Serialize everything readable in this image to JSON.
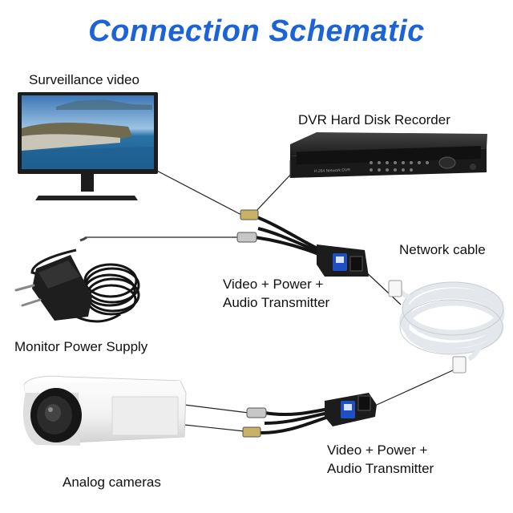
{
  "title": "Connection Schematic",
  "labels": {
    "surveillance_video": "Surveillance video",
    "dvr": "DVR Hard Disk Recorder",
    "network_cable": "Network cable",
    "transmitter_top_line1": "Video + Power +",
    "transmitter_top_line2": "Audio Transmitter",
    "power_supply": "Monitor Power Supply",
    "transmitter_bottom_line1": "Video + Power +",
    "transmitter_bottom_line2": "Audio Transmitter",
    "cameras": "Analog cameras"
  },
  "dvr_panel_text": "H.264 Network DVR",
  "colors": {
    "title": "#1b63d6",
    "balun_accent": "#1e4fc4",
    "device_dark": "#1a1a1a",
    "cable_white": "#e9ecef"
  }
}
